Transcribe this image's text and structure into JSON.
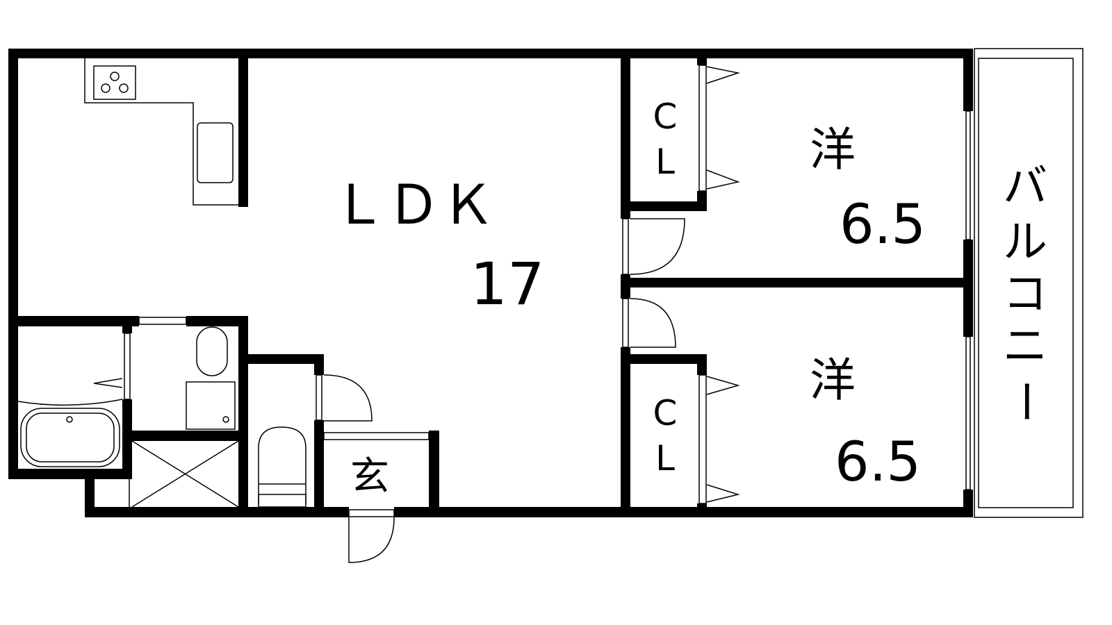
{
  "plan": {
    "ldk_label": "ＬＤＫ",
    "ldk_size": "17",
    "bedroom1_label": "洋",
    "bedroom1_size": "6.5",
    "bedroom2_label": "洋",
    "bedroom2_size": "6.5",
    "closet1_c": "C",
    "closet1_l": "L",
    "closet2_c": "C",
    "closet2_l": "L",
    "balcony_chars": [
      "バ",
      "ル",
      "コ",
      "ニ",
      "ー"
    ],
    "entrance_label": "玄"
  },
  "colors": {
    "wall": "#000000",
    "background": "#ffffff"
  }
}
